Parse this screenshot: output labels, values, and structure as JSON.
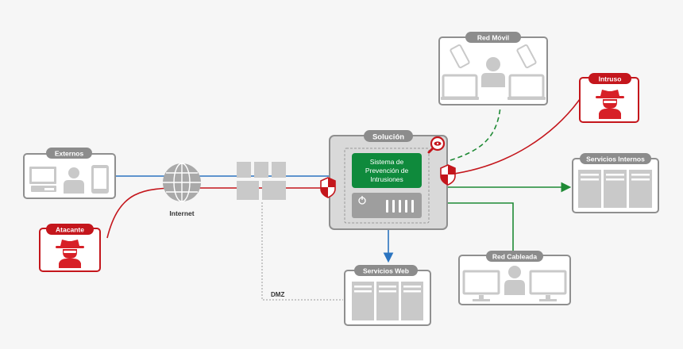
{
  "nodes": {
    "externos": {
      "label": "Externos",
      "icons": [
        "desktop-computer-icon",
        "user-icon",
        "tablet-icon"
      ]
    },
    "atacante": {
      "label": "Atacante",
      "icons": [
        "hacker-icon"
      ]
    },
    "internet": {
      "label": "Internet",
      "icons": [
        "globe-icon"
      ]
    },
    "firewall": {
      "label": "",
      "icons": [
        "firewall-icon"
      ]
    },
    "solucion": {
      "label": "Solución",
      "ips_label_lines": [
        "Sistema de",
        "Prevención de",
        "Intrusiones"
      ],
      "icons": [
        "eye-magnifier-icon",
        "power-icon"
      ]
    },
    "red_movil": {
      "label": "Red Móvil",
      "icons": [
        "phone-icon",
        "user-icon",
        "laptop-icon"
      ]
    },
    "intruso": {
      "label": "Intruso",
      "icons": [
        "hacker-icon"
      ]
    },
    "servicios_internos": {
      "label": "Servicios Internos",
      "icons": [
        "server-rack-icon"
      ]
    },
    "red_cableada": {
      "label": "Red Cableada",
      "icons": [
        "monitor-icon",
        "user-icon"
      ]
    },
    "servicios_web": {
      "label": "Servicios Web",
      "icons": [
        "server-rack-icon"
      ]
    },
    "dmz": {
      "label": "DMZ"
    }
  },
  "colors": {
    "node_border": "#8f8f8f",
    "node_fill": "#ffffff",
    "label_pill": "#8c8c8c",
    "threat_red": "#c4161c",
    "ips_green": "#0f8a3c",
    "link_blue": "#2b74c0",
    "link_green": "#1f8a35",
    "icon_gray": "#c9c9c9"
  }
}
